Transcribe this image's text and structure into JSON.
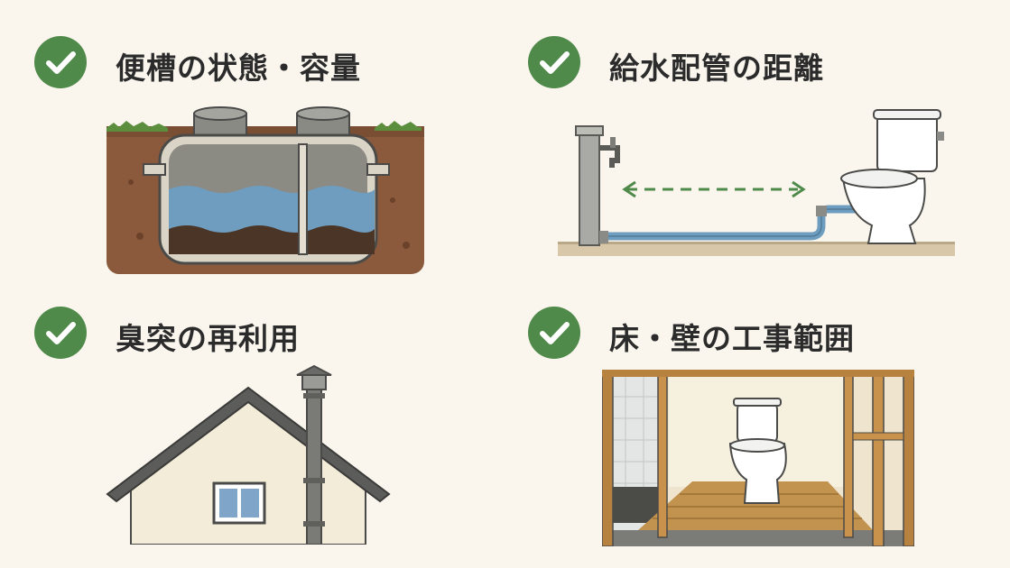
{
  "items": [
    {
      "title": "便槽の状態・容量",
      "icon": "check-circle-icon"
    },
    {
      "title": "給水配管の距離",
      "icon": "check-circle-icon"
    },
    {
      "title": "臭突の再利用",
      "icon": "check-circle-icon"
    },
    {
      "title": "床・壁の工事範囲",
      "icon": "check-circle-icon"
    }
  ],
  "colors": {
    "check_green": "#4f8a4a",
    "background": "#faf6ee",
    "water_blue": "#6f9dc0",
    "soil_brown": "#8b5a3c"
  }
}
